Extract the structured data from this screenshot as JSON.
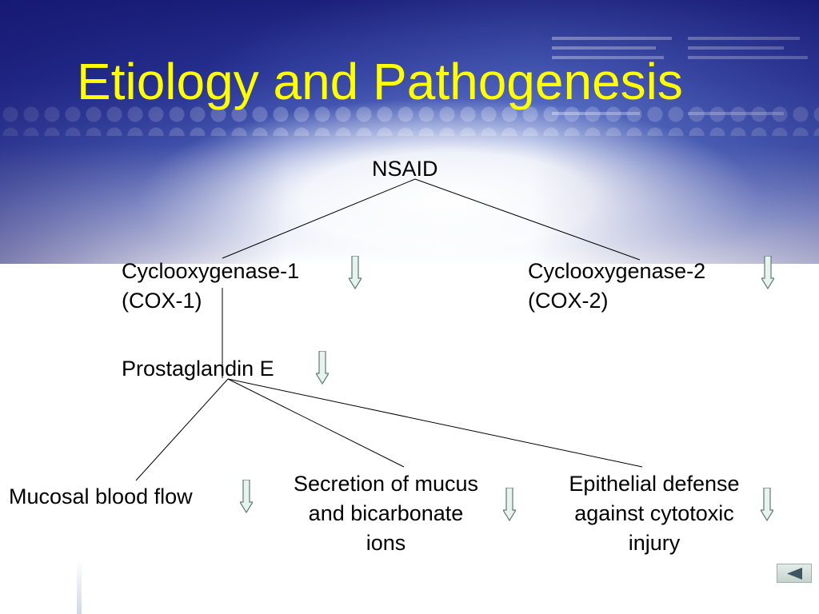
{
  "slide": {
    "title": "Etiology and Pathogenesis",
    "colors": {
      "title": "#ffff00",
      "text": "#000000",
      "arrow_fill": "#e8f2ee",
      "arrow_stroke": "#5f7c74"
    }
  },
  "diagram": {
    "root": {
      "label": "NSAID"
    },
    "cox1": {
      "line1": "Cyclooxygenase-1",
      "line2": "(COX-1)",
      "trend": "down-arrow-icon"
    },
    "cox2": {
      "line1": "Cyclooxygenase-2",
      "line2": "(COX-2)",
      "trend": "down-arrow-icon"
    },
    "prostaglandin": {
      "label": "Prostaglandin E",
      "trend": "down-arrow-icon"
    },
    "effects": [
      {
        "lines": [
          "Mucosal blood flow"
        ],
        "trend": "down-arrow-icon"
      },
      {
        "lines": [
          "Secretion of mucus",
          "and bicarbonate",
          "ions"
        ],
        "trend": "down-arrow-icon"
      },
      {
        "lines": [
          "Epithelial defense",
          "against cytotoxic",
          "injury"
        ],
        "trend": "down-arrow-icon"
      }
    ],
    "edges": [
      [
        "root",
        "cox1"
      ],
      [
        "root",
        "cox2"
      ],
      [
        "cox1",
        "prostaglandin"
      ],
      [
        "prostaglandin",
        "effect-0"
      ],
      [
        "prostaglandin",
        "effect-1"
      ],
      [
        "prostaglandin",
        "effect-2"
      ]
    ]
  },
  "navigation": {
    "back_icon": "triangle-left-icon"
  }
}
